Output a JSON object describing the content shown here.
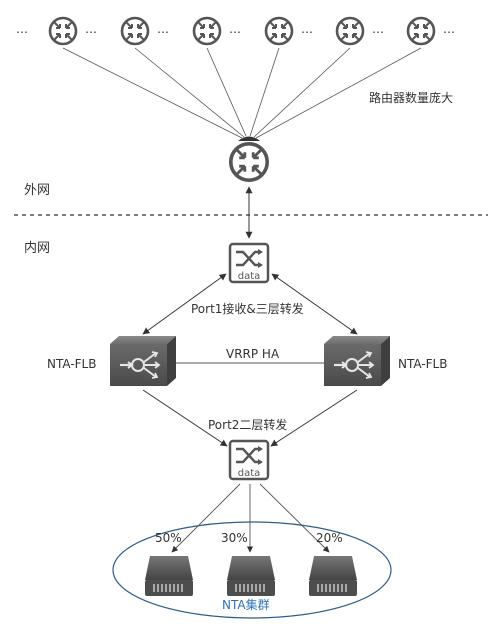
{
  "top_routers": {
    "ellipsis": "…",
    "note": "路由器数量庞大"
  },
  "zones": {
    "outer": "外网",
    "inner": "内网"
  },
  "links": {
    "port1": "Port1接收&三层转发",
    "vrrp": "VRRP HA",
    "port2": "Port2二层转发"
  },
  "switch_label": "data",
  "flb": {
    "left": "NTA-FLB",
    "right": "NTA-FLB"
  },
  "cluster": {
    "name": "NTA集群",
    "shares": [
      "50%",
      "30%",
      "20%"
    ]
  },
  "colors": {
    "device_gray": "#5a5a5a",
    "cluster_ellipse": "#2e5c8a",
    "cluster_text": "#2e74b5"
  }
}
